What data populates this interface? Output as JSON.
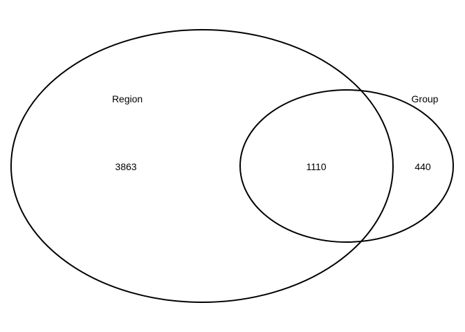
{
  "diagram": {
    "type": "venn",
    "sets": [
      {
        "label": "Region",
        "only_count": "3863"
      },
      {
        "label": "Group",
        "only_count": "440"
      }
    ],
    "intersection_count": "1110",
    "colors": {
      "outline": "#000000",
      "background": "#ffffff",
      "text": "#000000"
    }
  }
}
